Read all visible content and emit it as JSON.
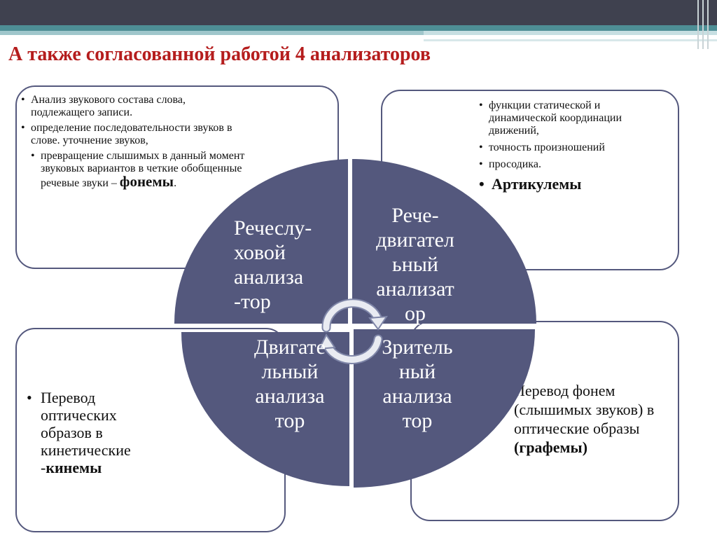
{
  "title": "А также согласованной работой 4 анализаторов",
  "colors": {
    "quadrant": "#54587d",
    "title": "#b51d1d",
    "border": "#54587d"
  },
  "quadrants": {
    "q1": "Речеслу-\nховой\nанализа\n-тор",
    "q2": "Рече-\nдвигател\nьный\nанализат\nор",
    "q3": "Двигате\nльный\nанализа\nтор",
    "q4": "Зритель\nный\nанализа\nтор"
  },
  "top_left": {
    "items": [
      "Анализ звукового состава слова, подлежащего записи.",
      "определение последовательности звуков в слове. уточнение звуков,"
    ],
    "last_item_text": "превращение слышимых в данный момент звуковых вариантов в четкие обобщенные речевые звуки –",
    "last_item_bold": "фонемы",
    "last_item_tail": "."
  },
  "top_right": {
    "items": [
      "функции статической и динамической координации движений,",
      "точность произношений",
      "просодика."
    ],
    "highlight": "Артикулемы"
  },
  "bottom_left": {
    "text": "Перевод оптических образов в кинетические -",
    "bold": "кинемы"
  },
  "bottom_right": {
    "text": "Перевод фонем (слышимых звуков) в оптические образы",
    "bold": "(графемы)"
  },
  "icon": "cycle-arrows-icon"
}
